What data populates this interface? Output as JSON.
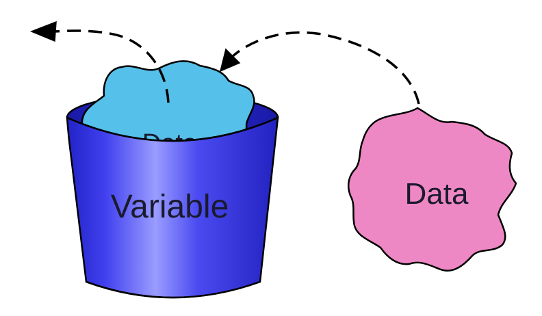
{
  "labels": {
    "bucket_contents": "Data",
    "bucket": "Variable",
    "incoming": "Data"
  },
  "colors": {
    "background": "#ffffff",
    "bucket_body": "#3a3ae6",
    "bucket_highlight": "#8a8cff",
    "bucket_rim_inner": "#1a1aa0",
    "data_in_bucket": "#55c0ea",
    "data_incoming": "#ee88c4",
    "stroke": "#000000"
  },
  "arrows": [
    {
      "name": "incoming-arrow",
      "from": "incoming-data",
      "to": "bucket-data",
      "style": "dashed"
    },
    {
      "name": "outgoing-arrow",
      "from": "bucket-data",
      "to": "out-of-frame",
      "style": "dashed"
    }
  ]
}
